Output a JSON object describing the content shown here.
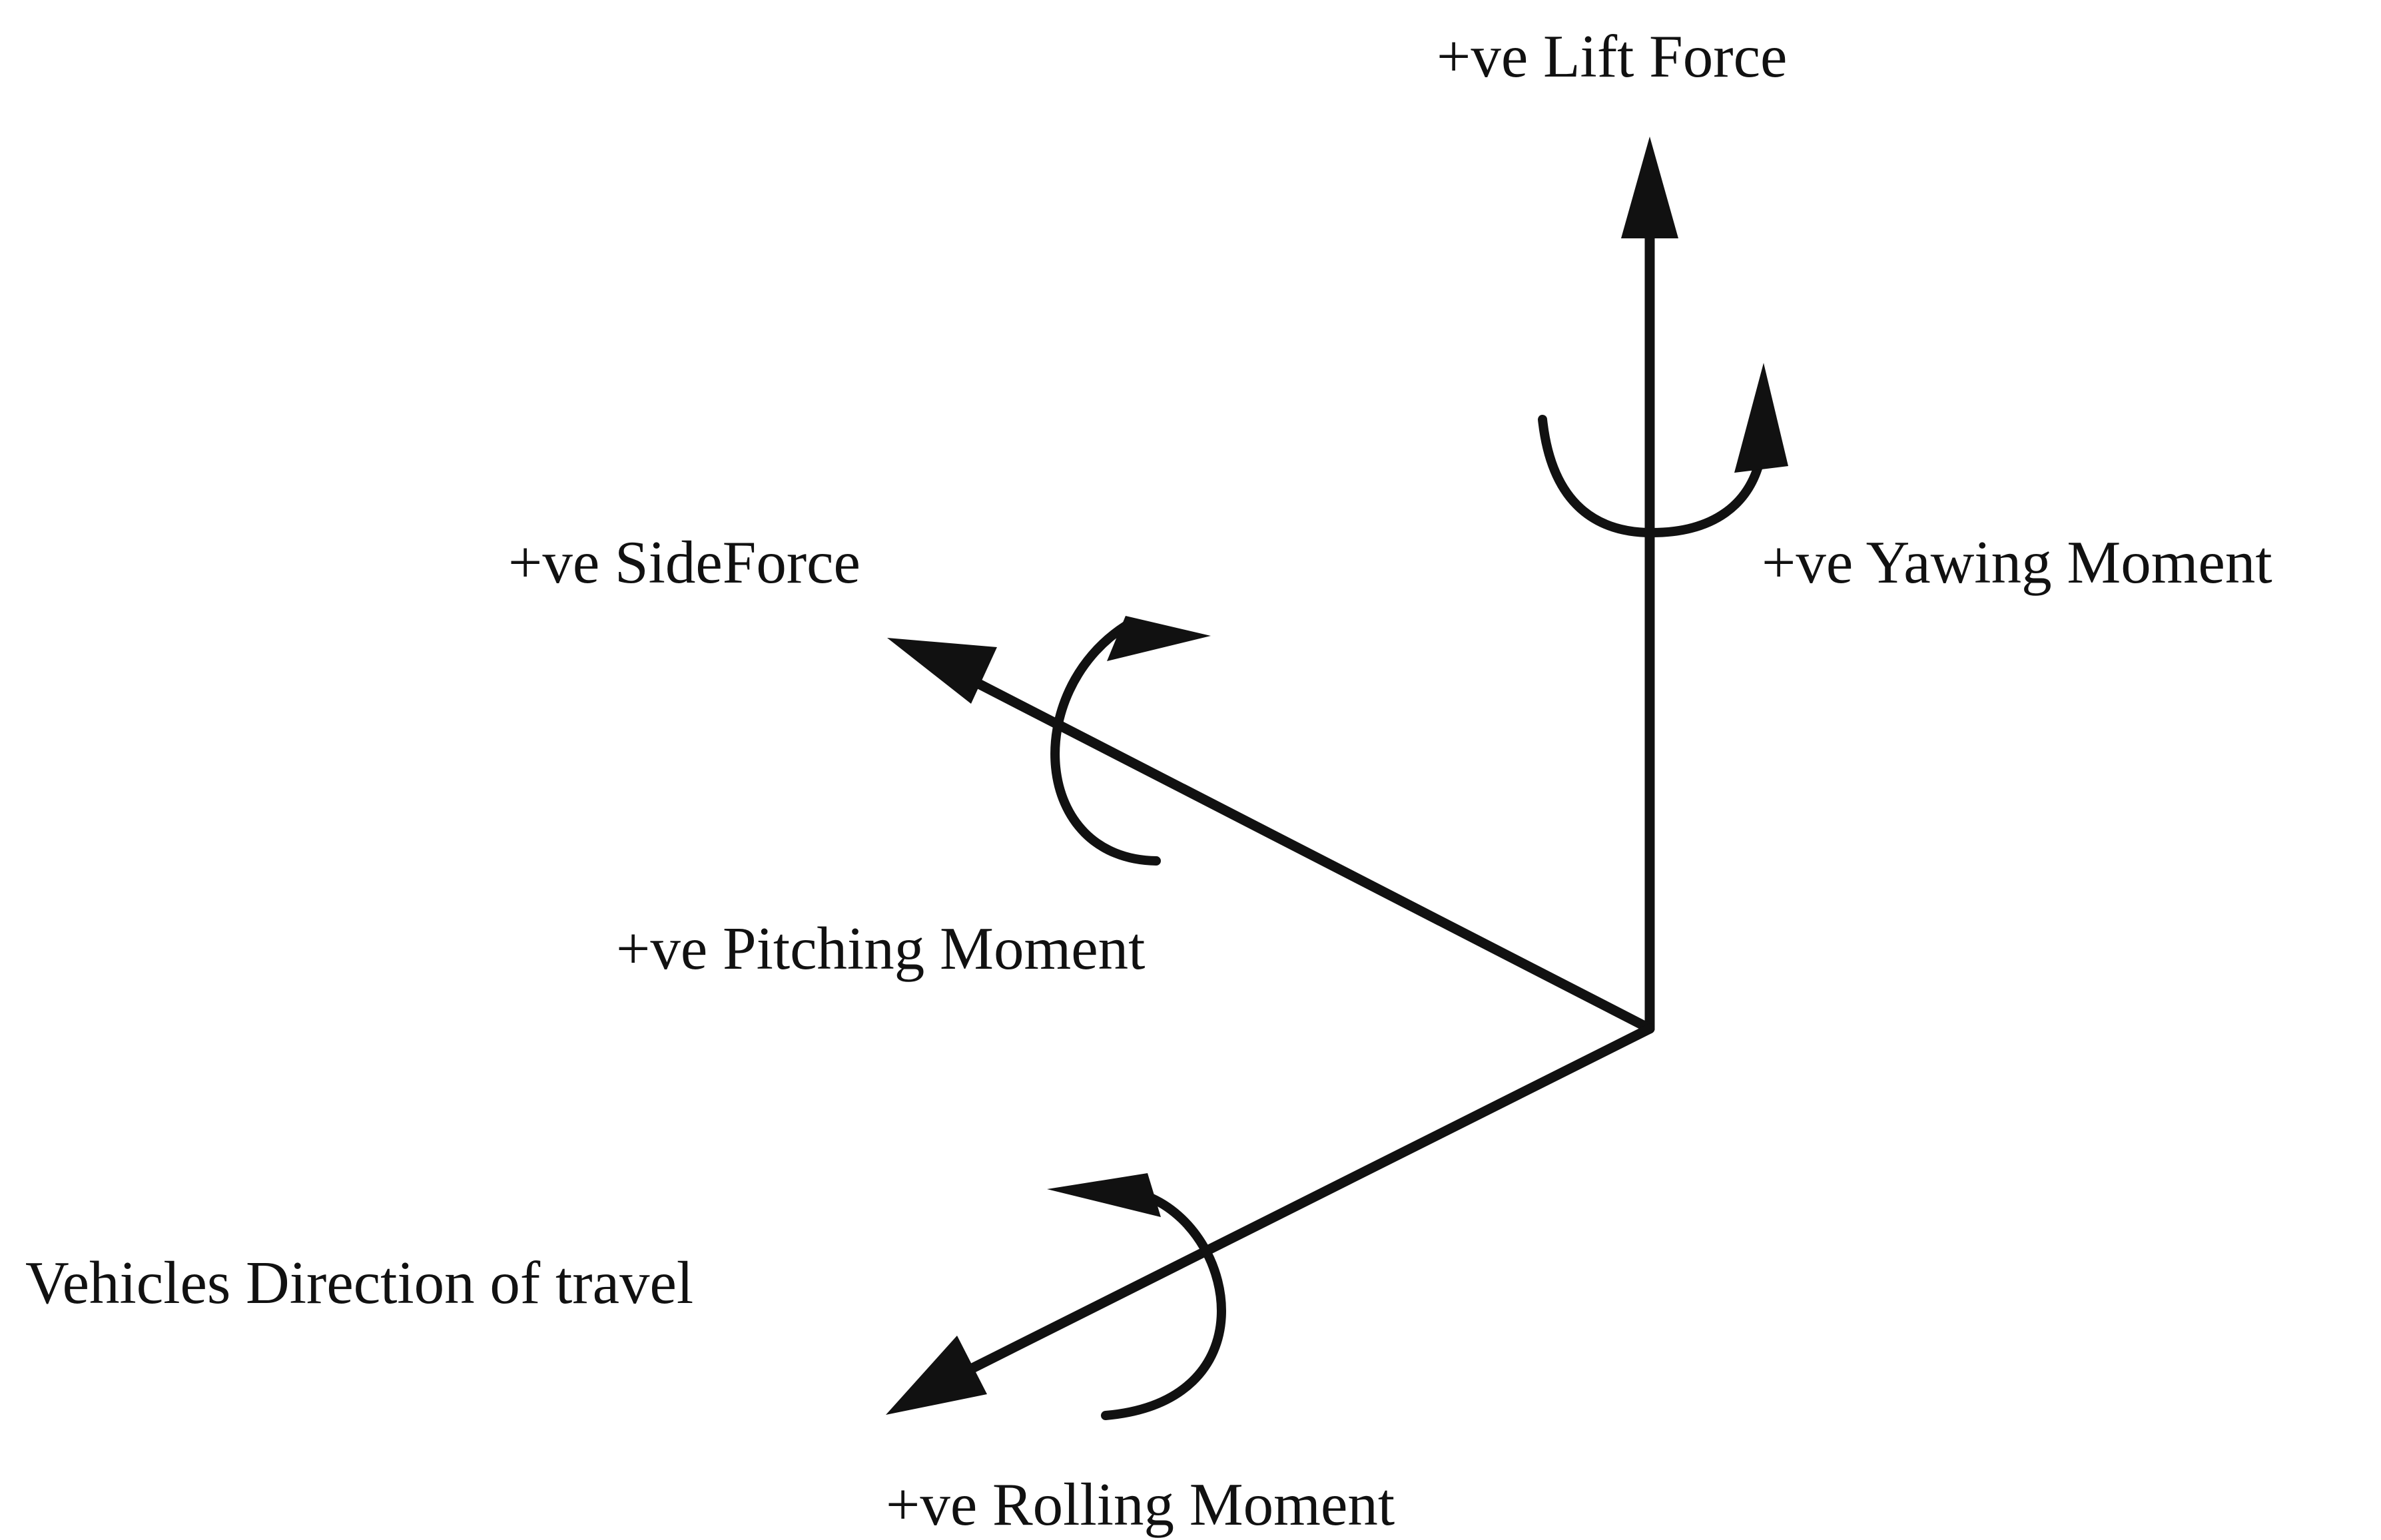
{
  "diagram": {
    "labels": {
      "lift_force": "+ve Lift Force",
      "side_force": "+ve SideForce",
      "yawing_moment": "+ve Yawing Moment",
      "pitching_moment": "+ve Pitching Moment",
      "direction_of_travel": "Vehicles Direction of travel",
      "rolling_moment": "+ve Rolling Moment"
    }
  }
}
